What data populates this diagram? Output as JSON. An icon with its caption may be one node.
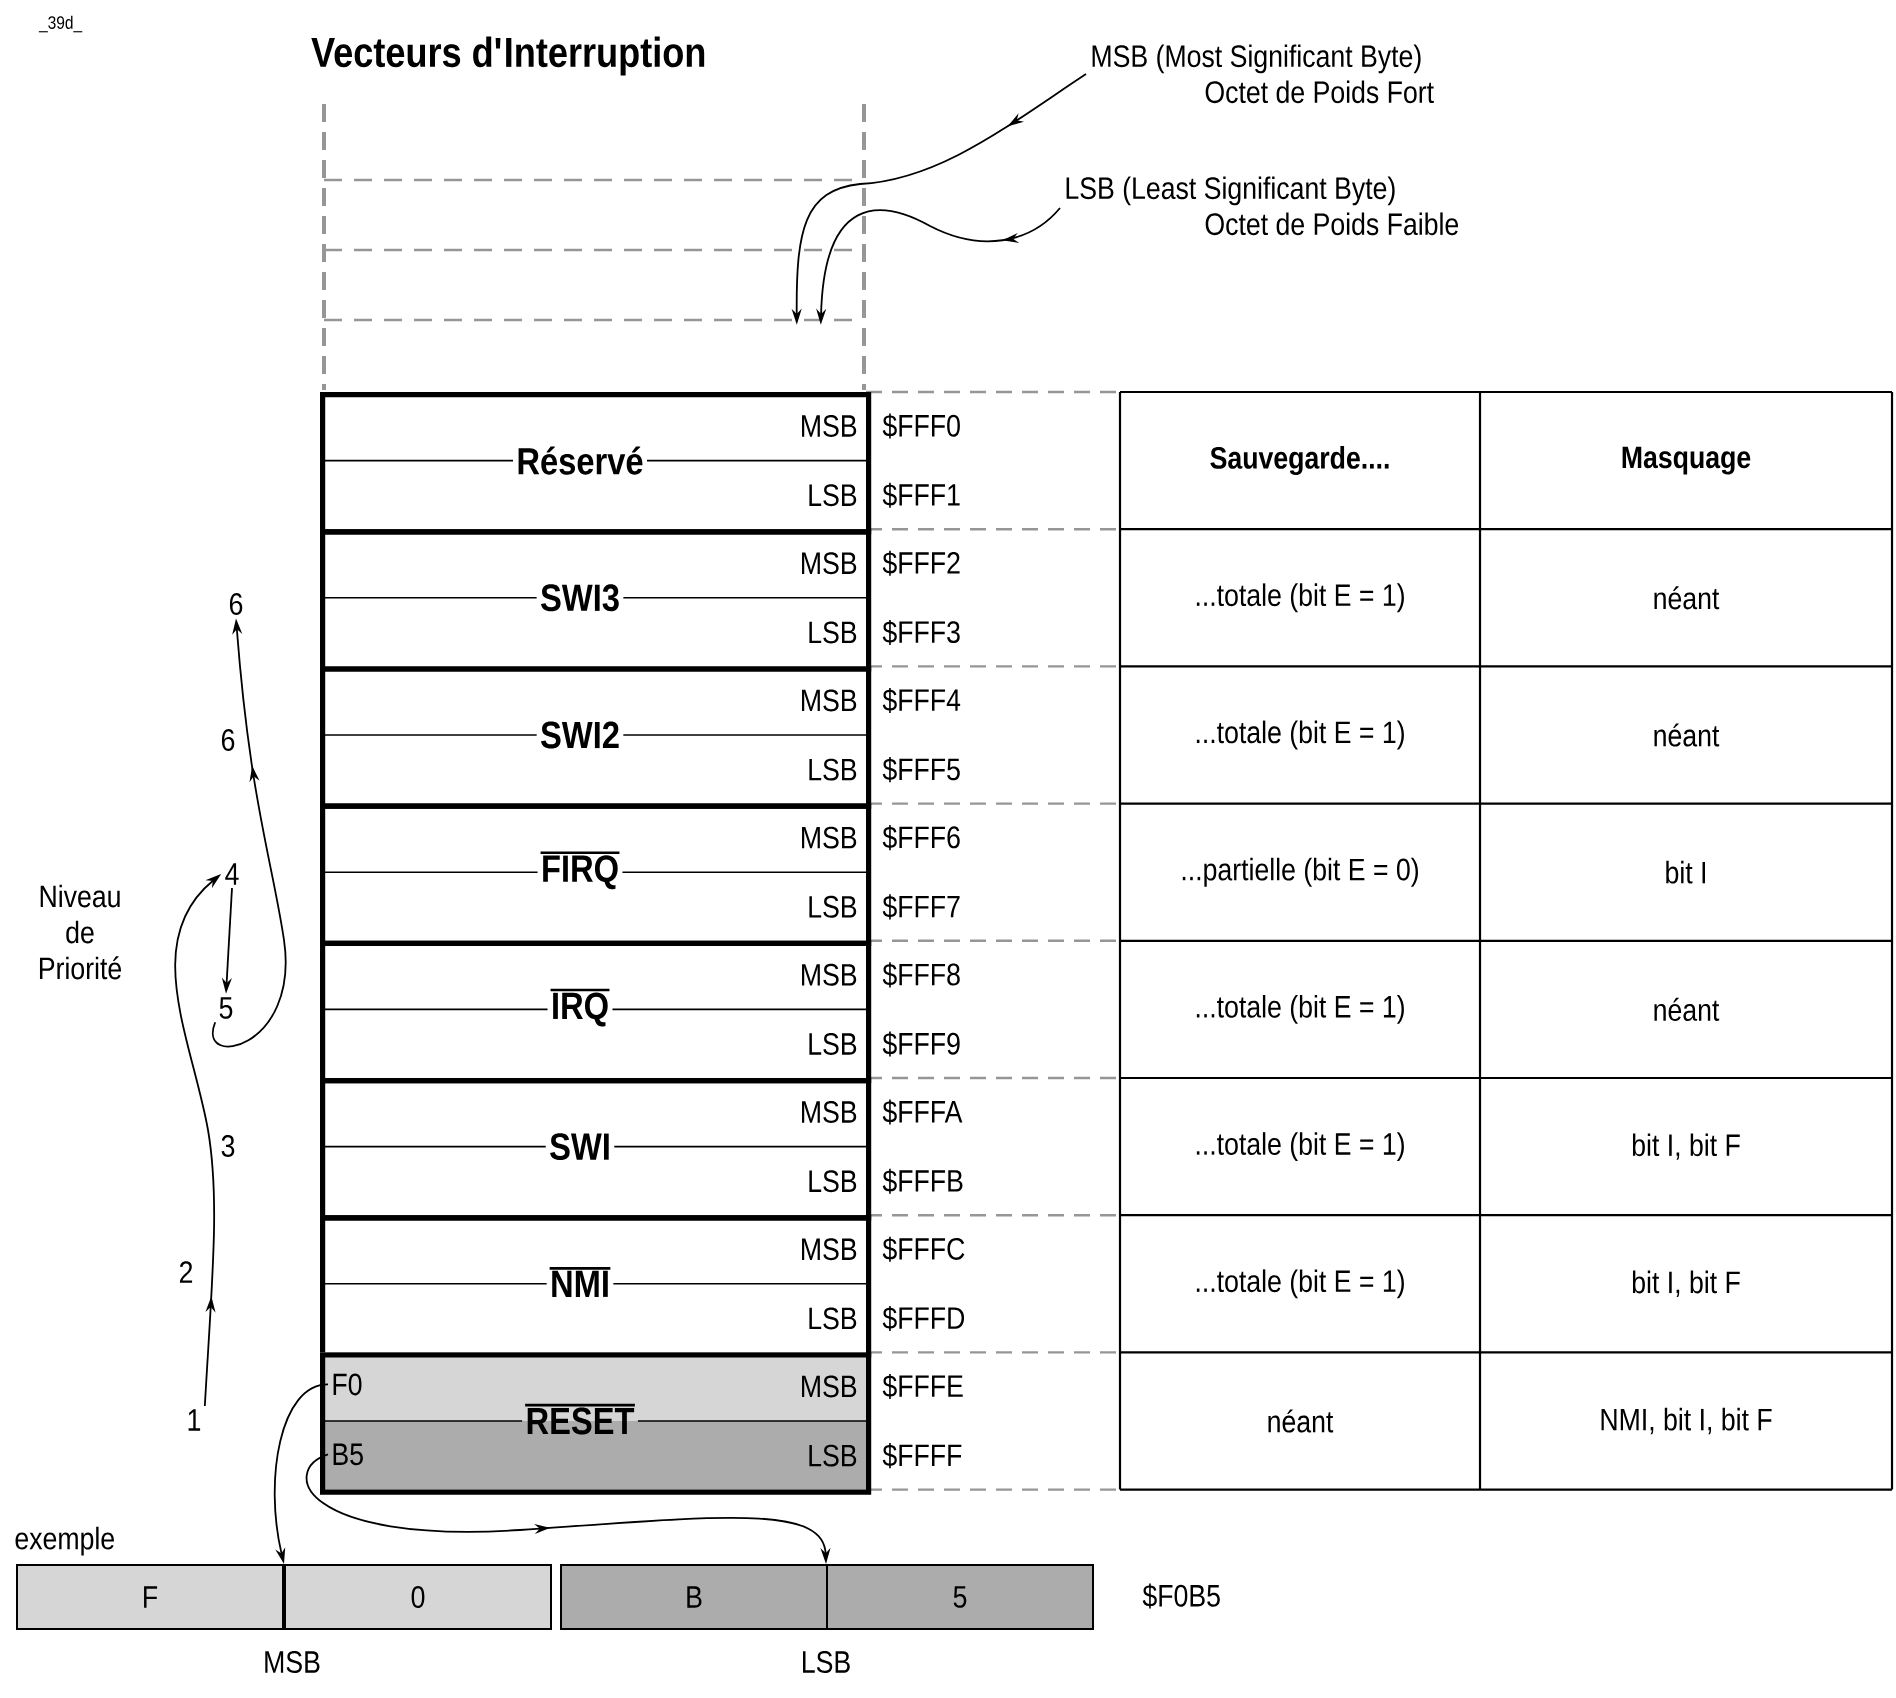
{
  "diagram": {
    "title": "Vecteurs d'Interruption",
    "nodes": [
      {
        "text": [
          "MSB (Most Significant Byte)",
          "Octet de Poids Fort"
        ]
      },
      {
        "text": [
          "LSB (Least Significant Byte)",
          "Octet de Poids Faible"
        ]
      },
      {
        "text": [],
        "shape": "box"
      },
      {
        "text": [
          "Réservé",
          "MSB",
          "LSB"
        ]
      },
      {
        "text": [
          "SWI3",
          "MSB",
          "LSB"
        ]
      },
      {
        "text": [
          "SWI2",
          "MSB",
          "LSB"
        ]
      },
      {
        "text": [
          "FIRQ",
          "MSB",
          "LSB"
        ]
      },
      {
        "text": [
          "IRQ",
          "MSB",
          "LSB"
        ]
      },
      {
        "text": [
          "SWI",
          "MSB",
          "LSB"
        ]
      },
      {
        "text": [
          "NMI",
          "MSB",
          "LSB"
        ]
      },
      {
        "text": [
          "RESET",
          "MSB",
          "LSB"
        ]
      },
      {
        "text": [
          "F0"
        ],
        "in": 10
      },
      {
        "text": [
          "B5"
        ],
        "in": 10
      },
      {
        "text": [
          "6"
        ]
      },
      {
        "text": [
          "4"
        ]
      },
      {
        "text": [
          "5"
        ]
      },
      {
        "text": [
          "1"
        ]
      },
      {
        "text": [
          "F"
        ],
        "beside": [
          "exemple"
        ]
      },
      {
        "text": [
          "0"
        ]
      },
      {
        "text": [
          "B"
        ]
      },
      {
        "text": [
          "5"
        ]
      }
    ],
    "edges": [
      {
        "from": 0,
        "to": 2,
        "arrow": "to"
      },
      {
        "from": 1,
        "to": 2,
        "arrow": "to"
      },
      {
        "from": 16,
        "to": 14,
        "arrow": "to"
      },
      {
        "from": 14,
        "to": 15,
        "arrow": "to"
      },
      {
        "from": 15,
        "to": 13,
        "arrow": "to"
      },
      {
        "from": 11,
        "to": 18,
        "arrow": "to"
      },
      {
        "from": 12,
        "to": 20,
        "arrow": "to"
      }
    ],
    "labels": [
      "_39d_",
      "$FFF0",
      "$FFF1",
      "$FFF2",
      "$FFF3",
      "$FFF4",
      "$FFF5",
      "$FFF6",
      "$FFF7",
      "$FFF8",
      "$FFF9",
      "$FFFA",
      "$FFFB",
      "$FFFC",
      "$FFFD",
      "$FFFE",
      "$FFFF",
      "Sauvegarde....",
      "Masquage",
      "...totale (bit E = 1)",
      "néant",
      "...totale (bit E = 1)",
      "néant",
      "...partielle (bit E = 0)",
      "bit I",
      "...totale (bit E = 1)",
      "néant",
      "...totale (bit E = 1)",
      "bit I, bit F",
      "...totale (bit E = 1)",
      "bit I, bit F",
      "néant",
      "NMI, bit I, bit F",
      "Niveau de Priorité",
      "6",
      "3",
      "2",
      "$F0B5",
      "MSB",
      "LSB"
    ]
  }
}
